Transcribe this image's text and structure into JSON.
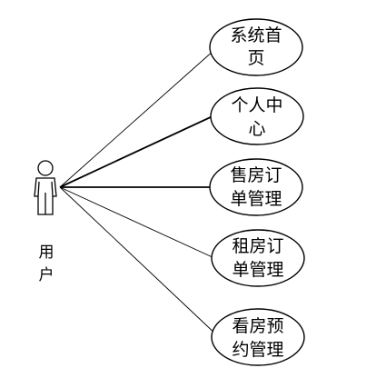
{
  "actor": {
    "label_lines": [
      "用",
      "户"
    ]
  },
  "use_cases": [
    {
      "id": "system-home",
      "lines": [
        "系统首",
        "页"
      ]
    },
    {
      "id": "personal-center",
      "lines": [
        "个人中",
        "心"
      ]
    },
    {
      "id": "sale-order-management",
      "lines": [
        "售房订",
        "单管理"
      ]
    },
    {
      "id": "rent-order-management",
      "lines": [
        "租房订",
        "单管理"
      ]
    },
    {
      "id": "viewing-appointment",
      "lines": [
        "看房预",
        "约管理"
      ]
    }
  ]
}
